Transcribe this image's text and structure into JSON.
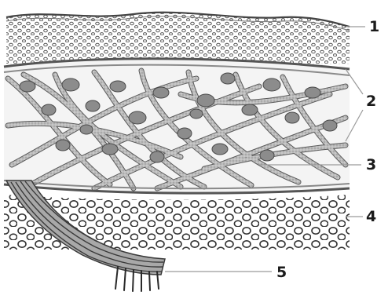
{
  "figure": {
    "labels": [
      {
        "id": "1",
        "text": "1"
      },
      {
        "id": "2",
        "text": "2"
      },
      {
        "id": "3",
        "text": "3"
      },
      {
        "id": "4",
        "text": "4"
      },
      {
        "id": "5",
        "text": "5"
      }
    ],
    "colors": {
      "ink": "#1a1a1a",
      "fiber_fill": "#b5b5b5",
      "fiber_stroke": "#5a5a5a",
      "cell_fill": "#8c8c8c",
      "leader": "#9a9a9a"
    }
  }
}
